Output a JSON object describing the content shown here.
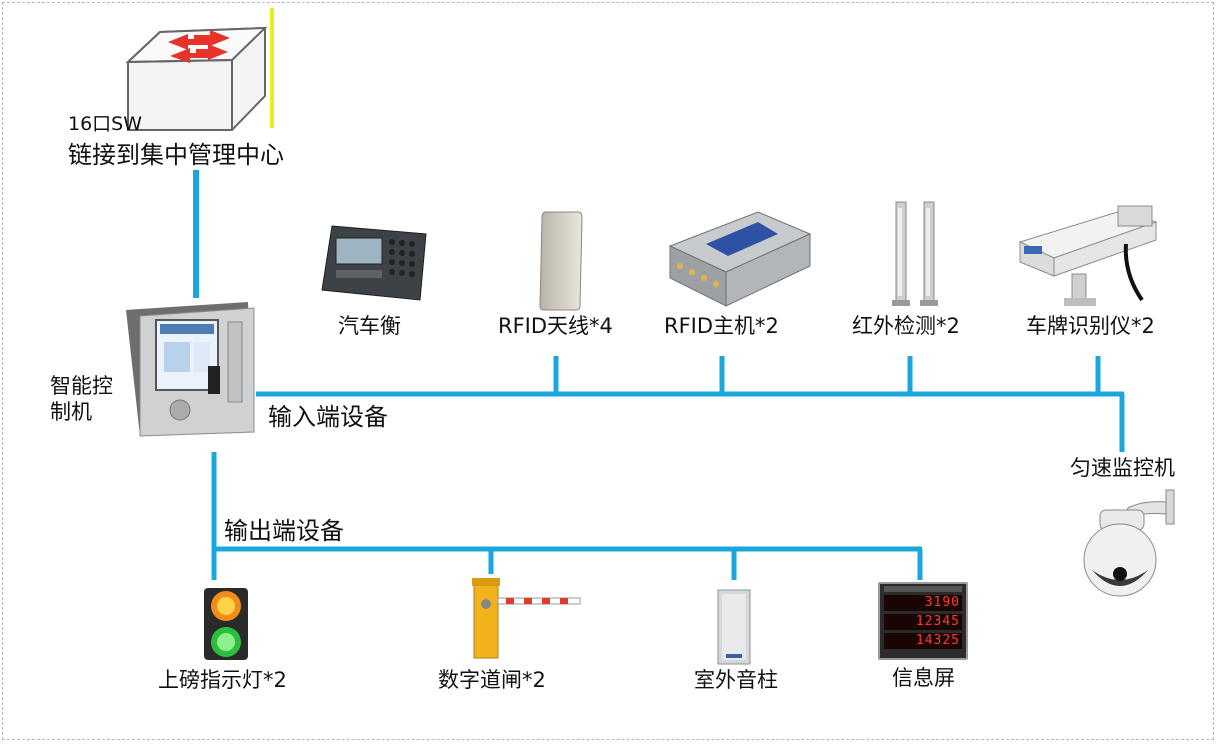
{
  "switch": {
    "model_label": "16口SW",
    "link_label": "链接到集中管理中心"
  },
  "controller": {
    "label_line1": "智能控",
    "label_line2": "制机"
  },
  "input_bus": {
    "label": "输入端设备",
    "devices": [
      "汽车衡",
      "RFID天线*4",
      "RFID主机*2",
      "红外检测*2",
      "车牌识别仪*2"
    ]
  },
  "monitor": {
    "label": "匀速监控机"
  },
  "output_bus": {
    "label": "输出端设备",
    "devices": [
      "上磅指示灯*2",
      "数字道闸*2",
      "室外音柱",
      "信息屏"
    ]
  },
  "display_readings": [
    "3190",
    "12345",
    "14325"
  ],
  "colors": {
    "wire": "#1aa7de",
    "uplink": "#f4ea1c",
    "arrow": "#e8332a",
    "led": "#ff3a2a"
  }
}
